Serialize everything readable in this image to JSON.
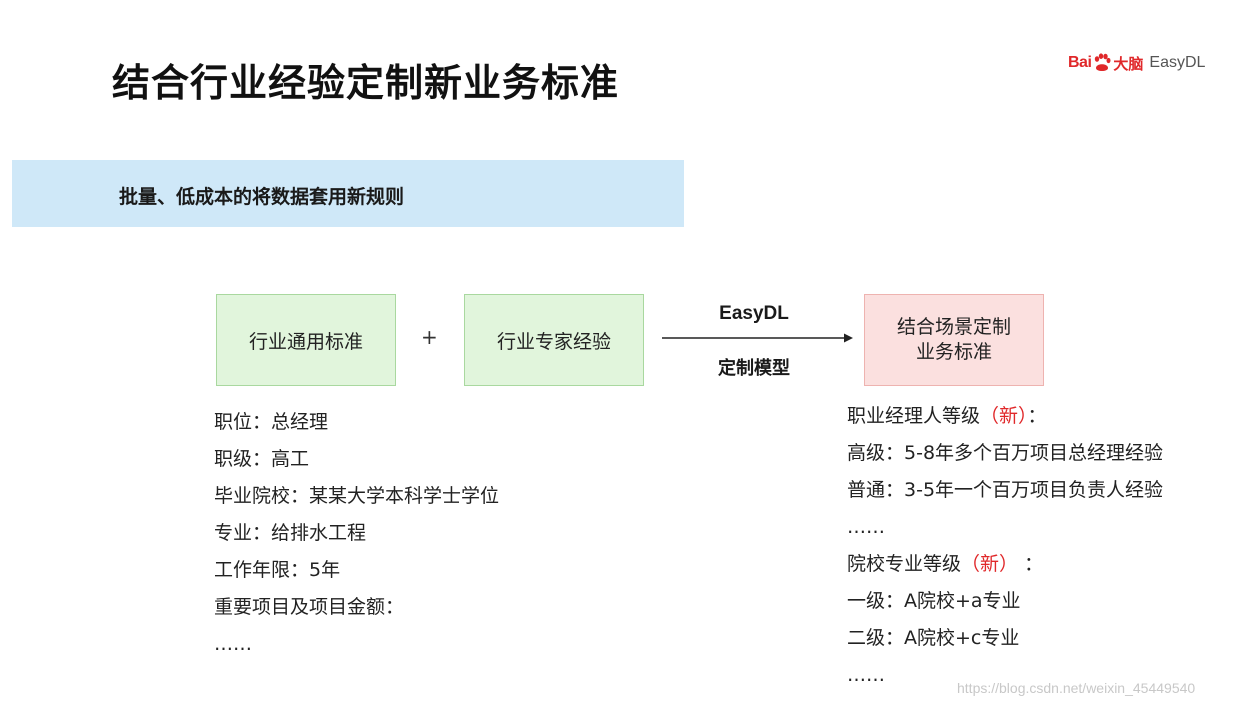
{
  "title": "结合行业经验定制新业务标准",
  "logo": {
    "bai": "Bai",
    "da": "大脑",
    "product": "EasyDL",
    "icon": "baidu-paw-icon",
    "color": "#e0282a"
  },
  "banner": {
    "text": "批量、低成本的将数据套用新规则",
    "color": "#cfe8f8"
  },
  "flow": {
    "box_standard": "行业通用标准",
    "plus": "+",
    "box_expert": "行业专家经验",
    "arrow_top": "EasyDL",
    "arrow_bottom": "定制模型",
    "box_result_line1": "结合场景定制",
    "box_result_line2": "业务标准",
    "green": "#e1f5dc",
    "pink": "#fbe0df"
  },
  "left_list": [
    "职位：总经理",
    "职级：高工",
    "毕业院校：某某大学本科学士学位",
    "专业：给排水工程",
    "工作年限：5年",
    "重要项目及项目金额：",
    "……"
  ],
  "right_list": {
    "manager_head": "职业经理人等级",
    "manager_new": "（新）",
    "manager_tail": "：",
    "senior": "高级：5-8年多个百万项目总经理经验",
    "normal": "普通：3-5年一个百万项目负责人经验",
    "ellipsis1": "……",
    "school_head": "院校专业等级",
    "school_new": "（新）",
    "school_tail": " ：",
    "level1": "一级：A院校+a专业",
    "level2": "二级：A院校+c专业",
    "ellipsis2": "……"
  },
  "watermark": "https://blog.csdn.net/weixin_45449540"
}
